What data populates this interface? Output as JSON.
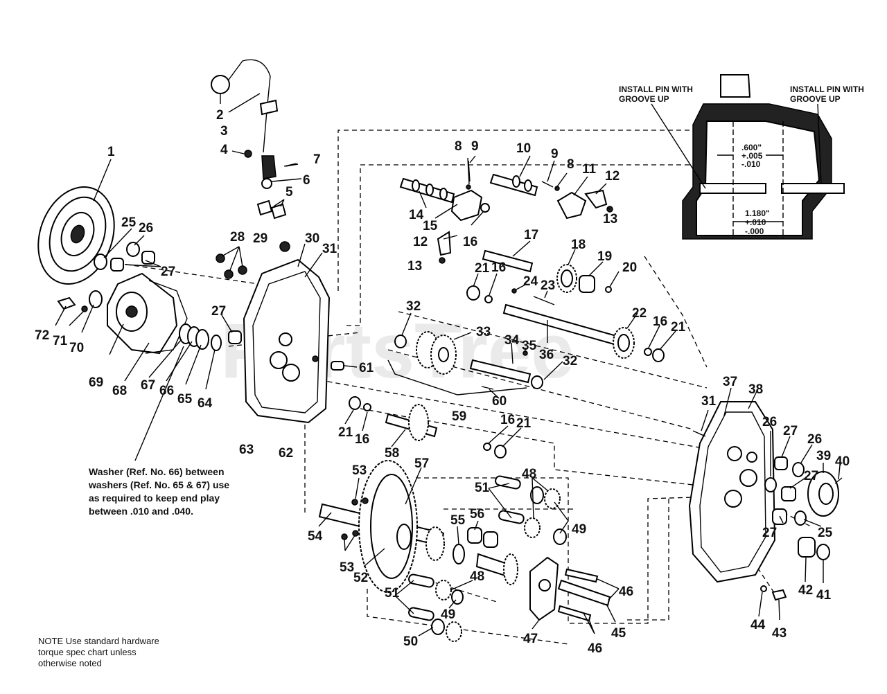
{
  "watermark": "PartsTree",
  "callouts": [
    {
      "id": "1",
      "label": "1"
    },
    {
      "id": "2",
      "label": "2"
    },
    {
      "id": "3",
      "label": "3"
    },
    {
      "id": "4",
      "label": "4"
    },
    {
      "id": "5",
      "label": "5"
    },
    {
      "id": "6",
      "label": "6"
    },
    {
      "id": "7",
      "label": "7"
    },
    {
      "id": "8a",
      "label": "8"
    },
    {
      "id": "8b",
      "label": "8"
    },
    {
      "id": "9a",
      "label": "9"
    },
    {
      "id": "9b",
      "label": "9"
    },
    {
      "id": "10",
      "label": "10"
    },
    {
      "id": "11",
      "label": "11"
    },
    {
      "id": "12a",
      "label": "12"
    },
    {
      "id": "12b",
      "label": "12"
    },
    {
      "id": "13a",
      "label": "13"
    },
    {
      "id": "13b",
      "label": "13"
    },
    {
      "id": "14",
      "label": "14"
    },
    {
      "id": "15",
      "label": "15"
    },
    {
      "id": "16a",
      "label": "16"
    },
    {
      "id": "16b",
      "label": "16"
    },
    {
      "id": "16c",
      "label": "16"
    },
    {
      "id": "16d",
      "label": "16"
    },
    {
      "id": "16e",
      "label": "16"
    },
    {
      "id": "17",
      "label": "17"
    },
    {
      "id": "18",
      "label": "18"
    },
    {
      "id": "19",
      "label": "19"
    },
    {
      "id": "20",
      "label": "20"
    },
    {
      "id": "21a",
      "label": "21"
    },
    {
      "id": "21b",
      "label": "21"
    },
    {
      "id": "21c",
      "label": "21"
    },
    {
      "id": "21d",
      "label": "21"
    },
    {
      "id": "22",
      "label": "22"
    },
    {
      "id": "23",
      "label": "23"
    },
    {
      "id": "24",
      "label": "24"
    },
    {
      "id": "25a",
      "label": "25"
    },
    {
      "id": "25b",
      "label": "25"
    },
    {
      "id": "26a",
      "label": "26"
    },
    {
      "id": "26b",
      "label": "26"
    },
    {
      "id": "26c",
      "label": "26"
    },
    {
      "id": "27a",
      "label": "27"
    },
    {
      "id": "27b",
      "label": "27"
    },
    {
      "id": "27c",
      "label": "27"
    },
    {
      "id": "27d",
      "label": "27"
    },
    {
      "id": "27e",
      "label": "27"
    },
    {
      "id": "28",
      "label": "28"
    },
    {
      "id": "29",
      "label": "29"
    },
    {
      "id": "30",
      "label": "30"
    },
    {
      "id": "31a",
      "label": "31"
    },
    {
      "id": "31b",
      "label": "31"
    },
    {
      "id": "32a",
      "label": "32"
    },
    {
      "id": "32b",
      "label": "32"
    },
    {
      "id": "33",
      "label": "33"
    },
    {
      "id": "34",
      "label": "34"
    },
    {
      "id": "35",
      "label": "35"
    },
    {
      "id": "36",
      "label": "36"
    },
    {
      "id": "37",
      "label": "37"
    },
    {
      "id": "38",
      "label": "38"
    },
    {
      "id": "39",
      "label": "39"
    },
    {
      "id": "40",
      "label": "40"
    },
    {
      "id": "41",
      "label": "41"
    },
    {
      "id": "42",
      "label": "42"
    },
    {
      "id": "43",
      "label": "43"
    },
    {
      "id": "44",
      "label": "44"
    },
    {
      "id": "45",
      "label": "45"
    },
    {
      "id": "46a",
      "label": "46"
    },
    {
      "id": "46b",
      "label": "46"
    },
    {
      "id": "47",
      "label": "47"
    },
    {
      "id": "48a",
      "label": "48"
    },
    {
      "id": "48b",
      "label": "48"
    },
    {
      "id": "49a",
      "label": "49"
    },
    {
      "id": "49b",
      "label": "49"
    },
    {
      "id": "50",
      "label": "50"
    },
    {
      "id": "51a",
      "label": "51"
    },
    {
      "id": "51b",
      "label": "51"
    },
    {
      "id": "52",
      "label": "52"
    },
    {
      "id": "53a",
      "label": "53"
    },
    {
      "id": "53b",
      "label": "53"
    },
    {
      "id": "54",
      "label": "54"
    },
    {
      "id": "55",
      "label": "55"
    },
    {
      "id": "56",
      "label": "56"
    },
    {
      "id": "57",
      "label": "57"
    },
    {
      "id": "58",
      "label": "58"
    },
    {
      "id": "59",
      "label": "59"
    },
    {
      "id": "60",
      "label": "60"
    },
    {
      "id": "61",
      "label": "61"
    },
    {
      "id": "62",
      "label": "62"
    },
    {
      "id": "63",
      "label": "63"
    },
    {
      "id": "64",
      "label": "64"
    },
    {
      "id": "65",
      "label": "65"
    },
    {
      "id": "66",
      "label": "66"
    },
    {
      "id": "67",
      "label": "67"
    },
    {
      "id": "68",
      "label": "68"
    },
    {
      "id": "69",
      "label": "69"
    },
    {
      "id": "70",
      "label": "70"
    },
    {
      "id": "71",
      "label": "71"
    },
    {
      "id": "72",
      "label": "72"
    }
  ],
  "detail_inset": {
    "left_note_line1": "INSTALL PIN WITH",
    "left_note_line2": "GROOVE UP",
    "right_note_line1": "INSTALL PIN WITH",
    "right_note_line2": "GROOVE UP",
    "dim_a_line1": ".600\"",
    "dim_a_line2": "+.005",
    "dim_a_line3": "-.010",
    "dim_b_line1": "1.180\"",
    "dim_b_line2": "+.010",
    "dim_b_line3": "-.000"
  },
  "notes": {
    "endplay_line1": "Washer (Ref. No. 66) between",
    "endplay_line2": "washers (Ref. No. 65 & 67) use",
    "endplay_line3": "as required to keep end play",
    "endplay_line4": "between .010 and .040.",
    "std_line1": "NOTE  Use standard hardware",
    "std_line2": "torque spec  chart unless",
    "std_line3": "otherwise noted"
  }
}
